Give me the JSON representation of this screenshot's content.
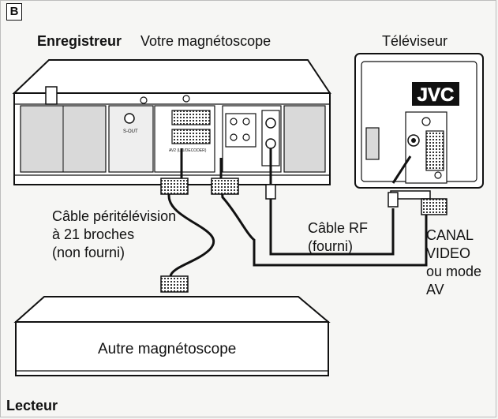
{
  "panel_badge": "B",
  "recorder": {
    "role_label": "Enregistreur",
    "device_label": "Votre magnétoscope"
  },
  "tv": {
    "label": "Téléviseur",
    "brand": "JVC"
  },
  "cables": {
    "scart": [
      "Câble péritélévision",
      "à 21 broches",
      "(non fourni)"
    ],
    "rf": [
      "Câble RF",
      "(fourni)"
    ]
  },
  "tv_mode": [
    "CANAL",
    "VIDEO",
    "ou mode",
    "AV"
  ],
  "player": {
    "device_label": "Autre magnétoscope",
    "role_label": "Lecteur"
  }
}
